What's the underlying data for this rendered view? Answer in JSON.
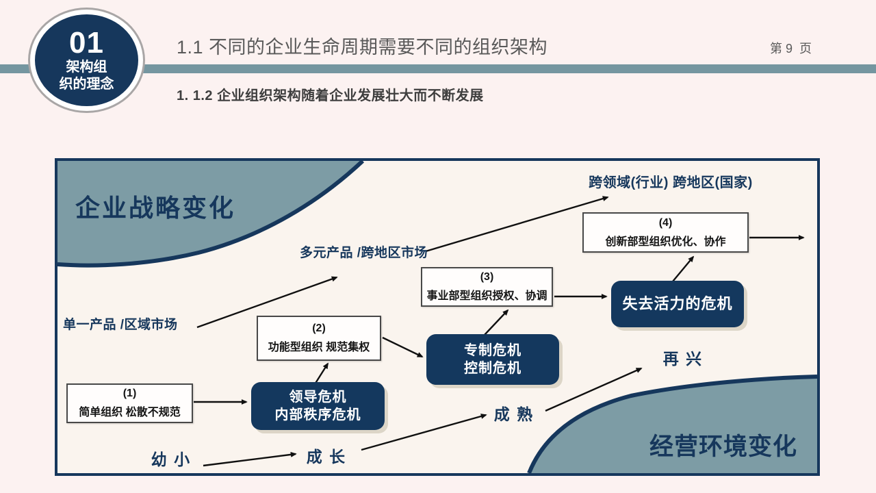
{
  "header": {
    "section_number": "01",
    "section_label": [
      "架构组",
      "织的理念"
    ],
    "title": "1.1 不同的企业生命周期需要不同的组织架构",
    "page_label": "第 9  页",
    "subtitle": "1. 1.2 企业组织架构随着企业发展壮大而不断发展"
  },
  "diagram": {
    "corner_top_left": "企业战略变化",
    "corner_bottom_right": "经营环境变化",
    "market_cross": "跨领域(行业) 跨地区(国家)",
    "market_multi": "多元产品 /跨地区市场",
    "market_single": "单一产品 /区域市场",
    "stage_boxes": [
      {
        "number": "(1)",
        "text": "简单组织 松散不规范"
      },
      {
        "number": "(2)",
        "text": "功能型组织 规范集权"
      },
      {
        "number": "(3)",
        "text": "事业部型组织授权、协调"
      },
      {
        "number": "(4)",
        "text": "创新部型组织优化、协作"
      }
    ],
    "crisis_boxes": [
      {
        "lines": [
          "领导危机",
          "内部秩序危机"
        ]
      },
      {
        "lines": [
          "专制危机",
          "控制危机"
        ]
      },
      {
        "lines": [
          "失去活力的危机"
        ]
      }
    ],
    "lifecycle_labels": [
      "幼 小",
      "成 长",
      "成 熟",
      "再 兴"
    ]
  },
  "colors": {
    "navy": "#17375e",
    "teal": "#7796a0",
    "slide_background": "#fcf2f1",
    "diagram_background": "#faf4ee"
  }
}
